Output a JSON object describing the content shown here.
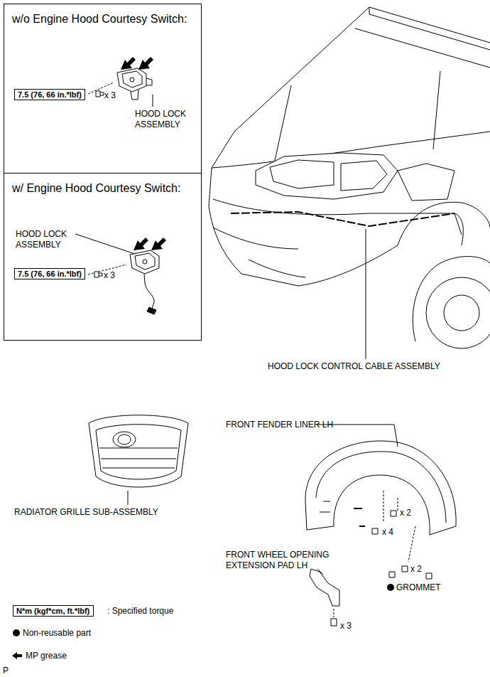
{
  "diagram": {
    "nodes": [
      {
        "text": [
          "w/o Engine Hood Courtesy Switch:"
        ]
      },
      {
        "text": [
          "7.5 (76, 66 in.*lbf)"
        ],
        "in": 0
      },
      {
        "text": [
          "w/ Engine Hood Courtesy Switch:"
        ]
      },
      {
        "text": [
          "7.5 (76, 66 in.*lbf)"
        ],
        "in": 2
      },
      {
        "text": [
          "N*m (kgf*cm, ft.*lbf)"
        ]
      }
    ],
    "labels": [
      "x 3",
      "HOOD LOCK ASSEMBLY",
      "HOOD LOCK ASSEMBLY",
      "x 3",
      "HOOD LOCK CONTROL CABLE ASSEMBLY",
      "RADIATOR GRILLE SUB-ASSEMBLY",
      "FRONT FENDER LINER LH",
      "x 2",
      "x 4",
      "x 2",
      "GROMMET",
      "FRONT WHEEL OPENING EXTENSION PAD LH",
      "x 3",
      "P"
    ],
    "legend": [
      {
        "text": ": Specified torque"
      },
      {
        "text": "Non-reusable part"
      },
      {
        "text": "MP grease"
      }
    ]
  }
}
